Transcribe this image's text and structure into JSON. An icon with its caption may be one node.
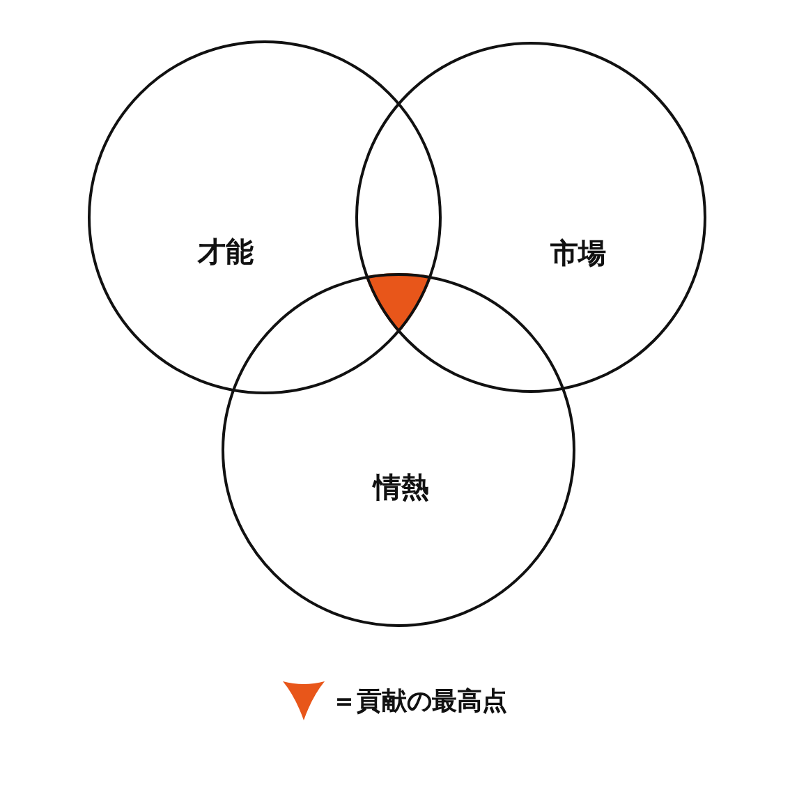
{
  "diagram": {
    "nodes": [
      {
        "text": [
          "才能"
        ]
      },
      {
        "text": [
          "市場"
        ]
      },
      {
        "text": [
          "情熱"
        ]
      }
    ],
    "legend": [
      {
        "text": "＝貢献の最高点",
        "color": "#e8561a"
      }
    ]
  }
}
